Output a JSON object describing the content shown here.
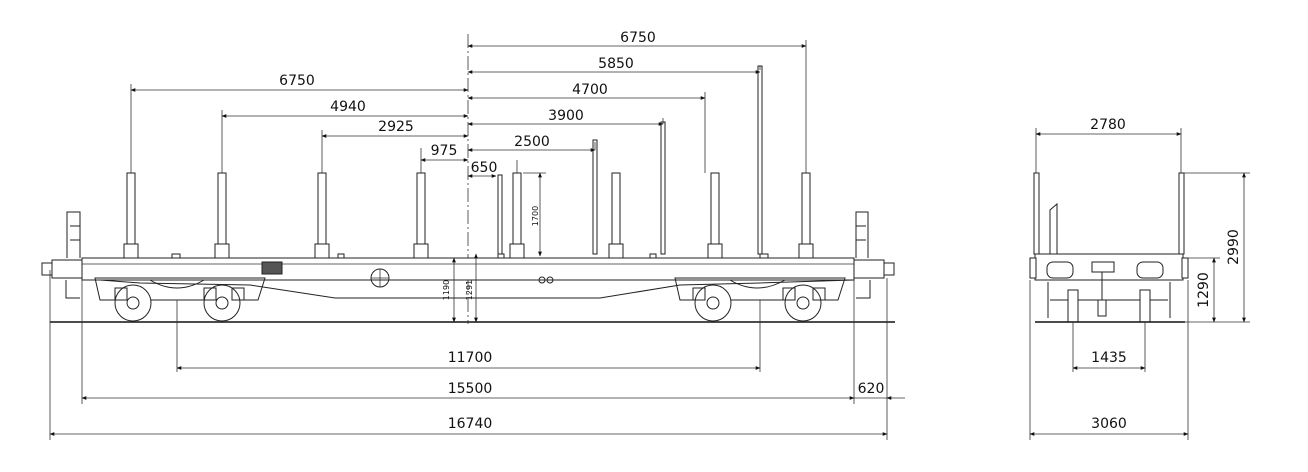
{
  "side_view": {
    "dims": {
      "stake_6750_left": "6750",
      "stake_4940": "4940",
      "stake_2925": "2925",
      "stake_975": "975",
      "stake_650": "650",
      "stake_2500": "2500",
      "stake_3900": "3900",
      "stake_4700": "4700",
      "stake_5850": "5850",
      "stake_6750_right": "6750",
      "stake_height": "1700",
      "deck_height_a": "1190",
      "deck_height_b": "1291",
      "bogie_centres": "11700",
      "frame_length": "15500",
      "buffer_overhang": "620",
      "overall_length": "16740"
    }
  },
  "end_view": {
    "dims": {
      "stake_width": "2780",
      "overall_height": "2990",
      "floor_height": "1290",
      "track_gauge": "1435",
      "overall_width": "3060"
    }
  }
}
